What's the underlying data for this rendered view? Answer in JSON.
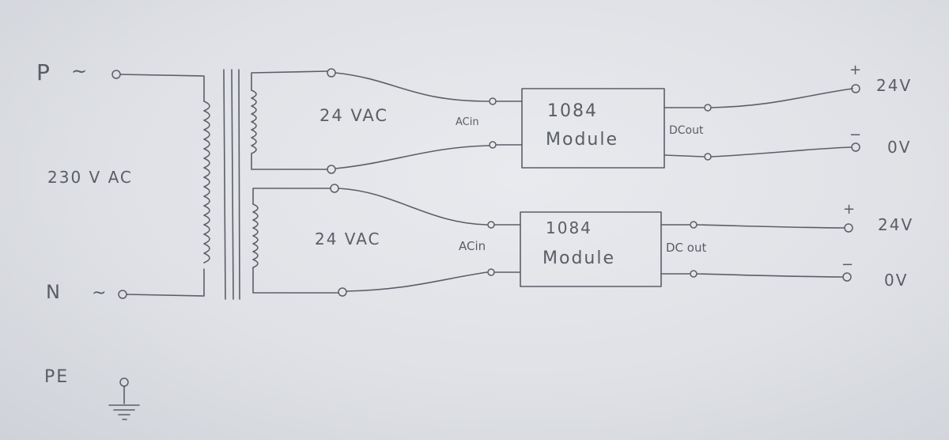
{
  "labels": {
    "p_label": "P",
    "n_label": "N",
    "pe_label": "PE",
    "tilde": "~",
    "primary_voltage": "230 V AC",
    "secondary1_voltage": "24 VAC",
    "secondary2_voltage": "24 VAC",
    "module1_title": "1084",
    "module1_sub": "Module",
    "module2_title": "1084",
    "module2_sub": "Module",
    "ac_in_1": "ACin",
    "ac_in_2": "ACin",
    "dc_out_1": "DCout",
    "dc_out_2": "DC out",
    "out1_plus_sign": "+",
    "out1_plus_label": "24V",
    "out1_minus_sign": "−",
    "out1_minus_label": "0V",
    "out2_plus_sign": "+",
    "out2_plus_label": "24V",
    "out2_minus_sign": "−",
    "out2_minus_label": "0V"
  },
  "style": {
    "paper_color": "#e3e5e9",
    "ink_color": "#5c5f66"
  }
}
